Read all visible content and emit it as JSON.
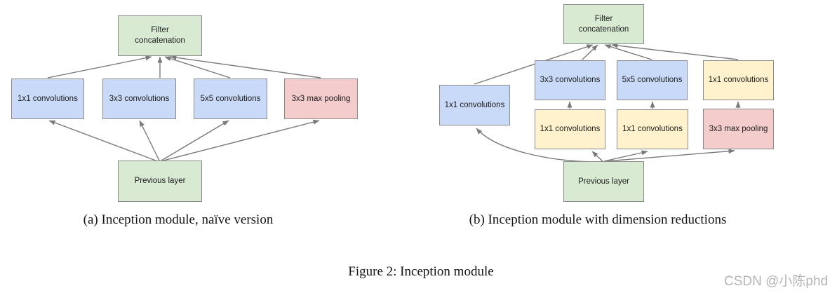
{
  "colors": {
    "green": "#d9ead3",
    "blue": "#c9daf8",
    "yellow": "#fff2cc",
    "red": "#f4cccc",
    "box-border": "#8a8a8a",
    "arrow": "#7a7a7a",
    "caption": "#141414",
    "watermark": "#b4b4b4"
  },
  "diagram_a": {
    "caption": "(a) Inception module, naïve version",
    "boxes": {
      "filter_concat": {
        "label": "Filter concatenation",
        "color": "green"
      },
      "conv1x1": {
        "label": "1x1 convolutions",
        "color": "blue"
      },
      "conv3x3": {
        "label": "3x3 convolutions",
        "color": "blue"
      },
      "conv5x5": {
        "label": "5x5 convolutions",
        "color": "blue"
      },
      "maxpool": {
        "label": "3x3 max pooling",
        "color": "red"
      },
      "previous": {
        "label": "Previous layer",
        "color": "green"
      }
    }
  },
  "diagram_b": {
    "caption": "(b) Inception module with dimension reductions",
    "boxes": {
      "filter_concat": {
        "label": "Filter concatenation",
        "color": "green"
      },
      "conv1x1_left": {
        "label": "1x1 convolutions",
        "color": "blue"
      },
      "conv3x3": {
        "label": "3x3 convolutions",
        "color": "blue"
      },
      "conv5x5": {
        "label": "5x5 convolutions",
        "color": "blue"
      },
      "conv1x1_after_pool": {
        "label": "1x1 convolutions",
        "color": "yellow"
      },
      "reduce1x1_before_3x3": {
        "label": "1x1 convolutions",
        "color": "yellow"
      },
      "reduce1x1_before_5x5": {
        "label": "1x1 convolutions",
        "color": "yellow"
      },
      "maxpool": {
        "label": "3x3 max pooling",
        "color": "red"
      },
      "previous": {
        "label": "Previous layer",
        "color": "green"
      }
    }
  },
  "figure_caption": "Figure 2: Inception module",
  "watermark": "CSDN @小陈phd"
}
